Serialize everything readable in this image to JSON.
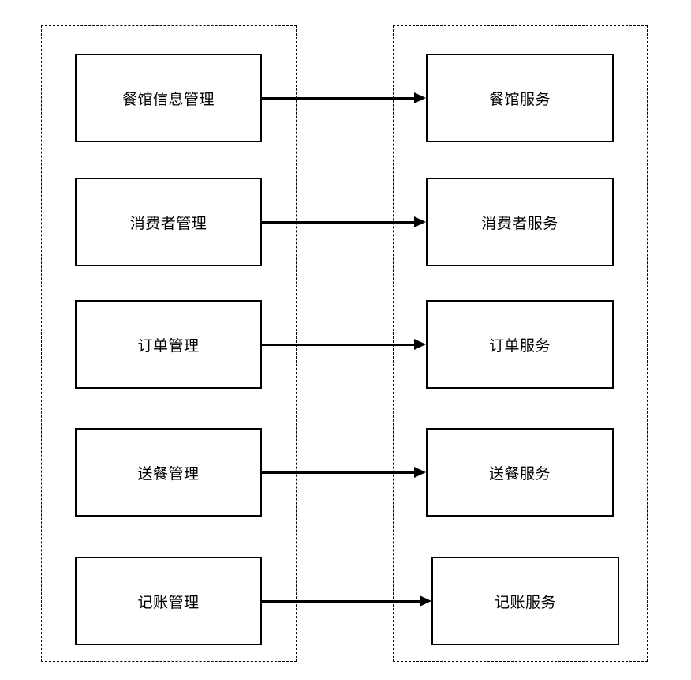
{
  "diagram": {
    "title": "management-modules-to-services-mapping",
    "colors": {
      "line": "#000000",
      "text": "#000000",
      "box_fill": "#ffffff",
      "background": "#ffffff"
    },
    "groups": [
      {
        "id": "left",
        "style": "dashed",
        "contains": "management-modules"
      },
      {
        "id": "right",
        "style": "dashed",
        "contains": "services"
      }
    ],
    "rows": [
      {
        "left_label": "餐馆信息管理",
        "right_label": "餐馆服务"
      },
      {
        "left_label": "消费者管理",
        "right_label": "消费者服务"
      },
      {
        "left_label": "订单管理",
        "right_label": "订单服务"
      },
      {
        "left_label": "送餐管理",
        "right_label": "送餐服务"
      },
      {
        "left_label": "记账管理",
        "right_label": "记账服务"
      }
    ],
    "connector_style": "solid-arrow-right"
  }
}
